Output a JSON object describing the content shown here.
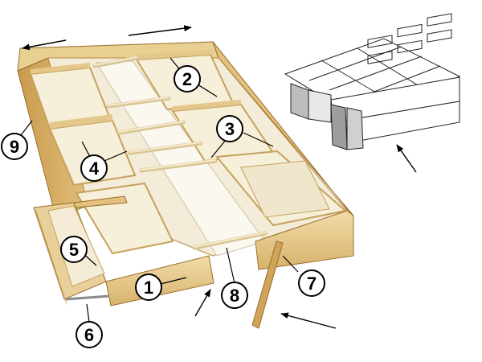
{
  "colors": {
    "wood_light": "#ecd49a",
    "wood_mid": "#d9b56a",
    "wood_dark": "#b98a3e",
    "wood_edge": "#9a6d2a",
    "interior": "#f3ecd8",
    "shadow": "#e6dcc2",
    "ink": "#000000",
    "sketch_grey": "#9a9a9a"
  },
  "icons": {
    "arrow": "arrow-icon",
    "callout": "numbered-circle-icon"
  },
  "callouts": [
    {
      "id": "c1",
      "label": "1"
    },
    {
      "id": "c2",
      "label": "2"
    },
    {
      "id": "c3",
      "label": "3"
    },
    {
      "id": "c4",
      "label": "4"
    },
    {
      "id": "c5",
      "label": "5"
    },
    {
      "id": "c6",
      "label": "6"
    },
    {
      "id": "c7",
      "label": "7"
    },
    {
      "id": "c8",
      "label": "8"
    },
    {
      "id": "c9",
      "label": "9"
    }
  ]
}
